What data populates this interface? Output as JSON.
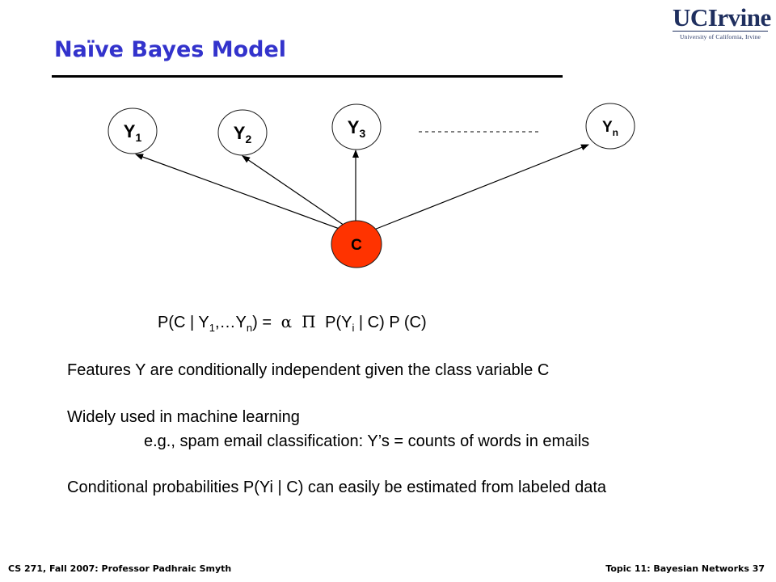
{
  "logo": {
    "main": "UCIrvine",
    "sub": "University of California, Irvine"
  },
  "title": "Naïve Bayes Model",
  "diagram": {
    "nodes": [
      {
        "id": "y1",
        "base": "Y",
        "sub": "1"
      },
      {
        "id": "y2",
        "base": "Y",
        "sub": "2"
      },
      {
        "id": "y3",
        "base": "Y",
        "sub": "3"
      },
      {
        "id": "yn",
        "base": "Y",
        "sub": "n"
      },
      {
        "id": "c",
        "base": "C",
        "sub": ""
      }
    ]
  },
  "formula": {
    "lhs_prefix": "P(C | Y",
    "sub1": "1",
    "middle": ",…Y",
    "subn": "n",
    "lhs_suffix": ")  =",
    "alpha": "α",
    "pi": "Π",
    "rhs_prefix": "P(Y",
    "subi": "i",
    "rhs_suffix": " | C)  P (C)"
  },
  "text": {
    "line1": "Features Y are conditionally independent given the class variable C",
    "line2": "Widely used in machine learning",
    "line3": "e.g., spam email classification: Y’s = counts of words in emails",
    "line4": "Conditional probabilities P(Yi | C) can easily be estimated from labeled data"
  },
  "footer": {
    "left": "CS 271, Fall 2007: Professor Padhraic Smyth",
    "right": "Topic 11: Bayesian Networks 37"
  }
}
